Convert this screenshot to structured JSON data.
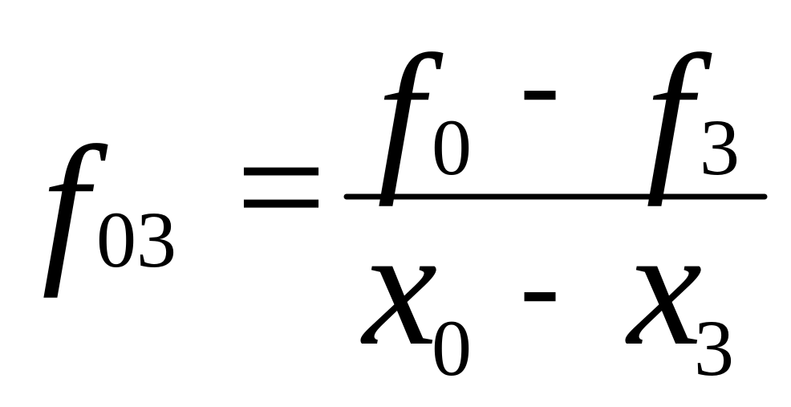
{
  "formula": {
    "lhs": {
      "symbol": "f",
      "subscript": "03"
    },
    "equals": "=",
    "numerator": {
      "term1": {
        "symbol": "f",
        "subscript": "0"
      },
      "operator": "-",
      "term2": {
        "symbol": "f",
        "subscript": "3"
      }
    },
    "denominator": {
      "term1": {
        "symbol": "x",
        "subscript": "0"
      },
      "operator": "-",
      "term2": {
        "symbol": "x",
        "subscript": "3"
      }
    }
  },
  "colors": {
    "ink": "#000000",
    "background": "#ffffff"
  }
}
